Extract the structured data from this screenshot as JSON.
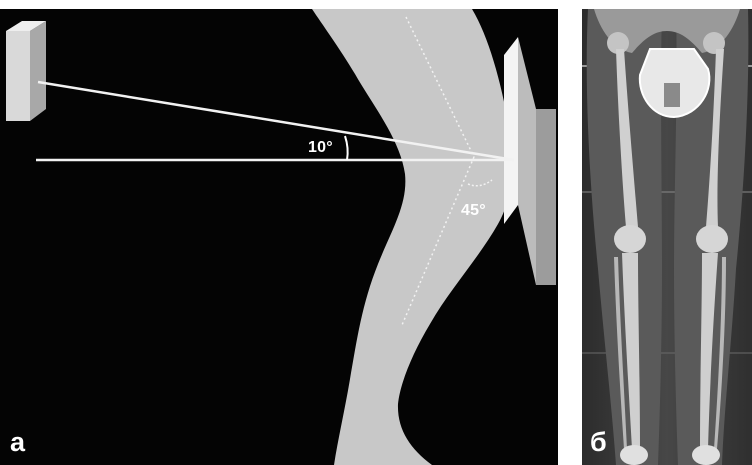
{
  "figure": {
    "panel_a": {
      "letter": "а",
      "angles": {
        "small": "10°",
        "large": "45°"
      }
    },
    "panel_b": {
      "letter": "б"
    }
  },
  "colors": {
    "background": "#040404",
    "leg": "#c8c8c8",
    "source_box": "#d6d6d6",
    "lines": "#f2f2f2"
  }
}
